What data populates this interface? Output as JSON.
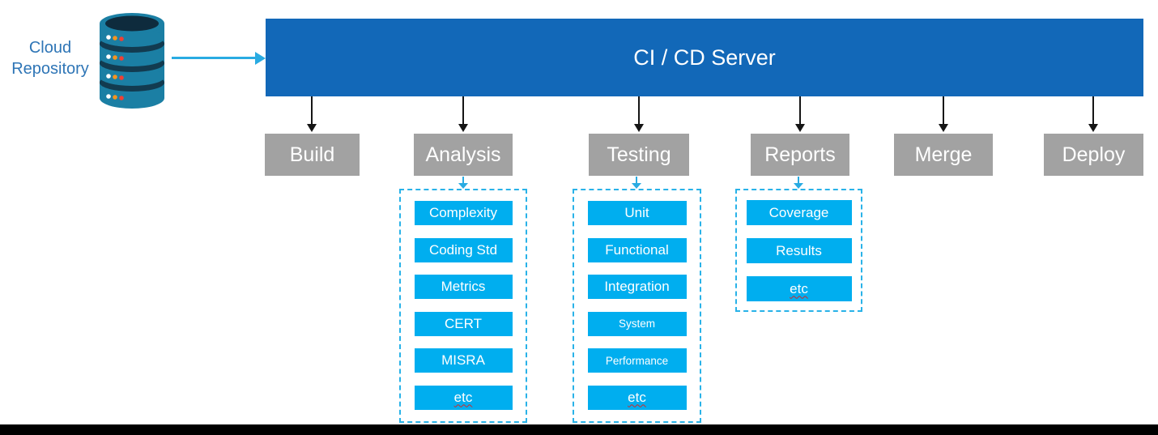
{
  "source": {
    "label_line1": "Cloud",
    "label_line2": "Repository",
    "icon": "database-icon"
  },
  "server": {
    "label": "CI / CD Server"
  },
  "stages": [
    {
      "label": "Build",
      "substeps": []
    },
    {
      "label": "Analysis",
      "substeps": [
        "Complexity",
        "Coding Std",
        "Metrics",
        "CERT",
        "MISRA",
        "etc"
      ]
    },
    {
      "label": "Testing",
      "substeps": [
        "Unit",
        "Functional",
        "Integration",
        "System",
        "Performance",
        "etc"
      ]
    },
    {
      "label": "Reports",
      "substeps": [
        "Coverage",
        "Results",
        "etc"
      ]
    },
    {
      "label": "Merge",
      "substeps": []
    },
    {
      "label": "Deploy",
      "substeps": []
    }
  ],
  "colors": {
    "server_banner_blue": "#1268B8",
    "stage_gray": "#A2A2A2",
    "substep_cyan": "#00AEEF",
    "dashed_border_cyan": "#29B2E8",
    "flow_arrow_cyan": "#29ABE2",
    "flow_arrow_black": "#151515",
    "cloud_label_blue": "#2E75B6",
    "database_teal": "#1B7FA4",
    "database_dark": "#0E2B3D",
    "spellcheck_red": "#D02A2A",
    "footer_bar_black": "#000000"
  }
}
